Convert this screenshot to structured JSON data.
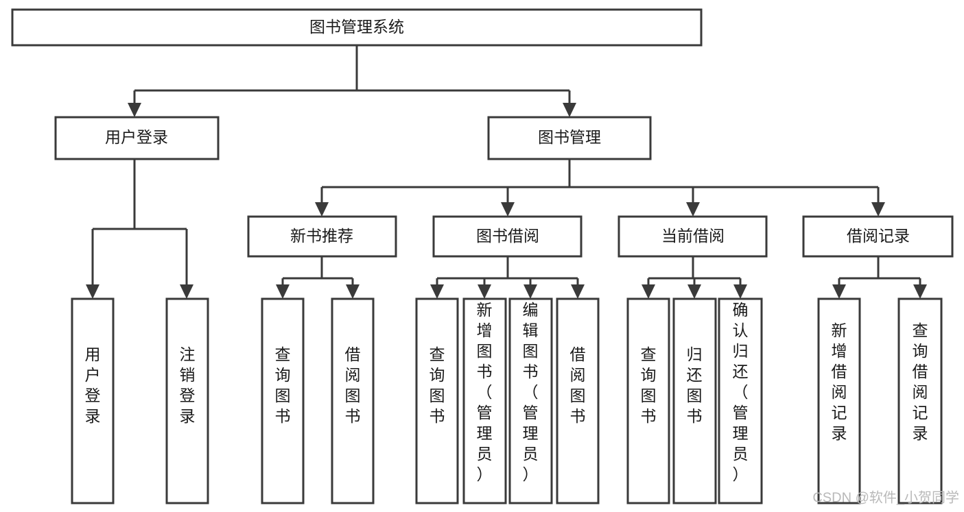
{
  "diagram": {
    "title": "图书管理系统",
    "type": "tree",
    "orientation": "top-down",
    "colors": {
      "background": "#ffffff",
      "box_fill": "#ffffff",
      "box_stroke": "#3a3a3a",
      "connector": "#3a3a3a",
      "text": "#1a1a1a",
      "watermark": "#b9b9b9"
    },
    "root": {
      "id": "root",
      "label": "图书管理系统",
      "orientation": "horizontal"
    },
    "level2": [
      {
        "id": "user-login",
        "label": "用户登录",
        "orientation": "horizontal"
      },
      {
        "id": "book-manage",
        "label": "图书管理",
        "orientation": "horizontal"
      }
    ],
    "level3": [
      {
        "id": "new-book-recommend",
        "label": "新书推荐",
        "orientation": "horizontal",
        "parent": "book-manage"
      },
      {
        "id": "book-borrow",
        "label": "图书借阅",
        "orientation": "horizontal",
        "parent": "book-manage"
      },
      {
        "id": "current-borrow",
        "label": "当前借阅",
        "orientation": "horizontal",
        "parent": "book-manage"
      },
      {
        "id": "borrow-record",
        "label": "借阅记录",
        "orientation": "horizontal",
        "parent": "book-manage"
      }
    ],
    "leaves": [
      {
        "id": "leaf-user-login",
        "label": "用户登录",
        "orientation": "vertical",
        "parent": "user-login"
      },
      {
        "id": "leaf-user-logout",
        "label": "注销登录",
        "orientation": "vertical",
        "parent": "user-login"
      },
      {
        "id": "leaf-query-book-1",
        "label": "查询图书",
        "orientation": "vertical",
        "parent": "new-book-recommend"
      },
      {
        "id": "leaf-borrow-book-1",
        "label": "借阅图书",
        "orientation": "vertical",
        "parent": "new-book-recommend"
      },
      {
        "id": "leaf-query-book-2",
        "label": "查询图书",
        "orientation": "vertical",
        "parent": "book-borrow"
      },
      {
        "id": "leaf-add-book",
        "label": "新增图书（管理员）",
        "orientation": "vertical",
        "parent": "book-borrow"
      },
      {
        "id": "leaf-edit-book",
        "label": "编辑图书（管理员）",
        "orientation": "vertical",
        "parent": "book-borrow"
      },
      {
        "id": "leaf-borrow-book-2",
        "label": "借阅图书",
        "orientation": "vertical",
        "parent": "book-borrow"
      },
      {
        "id": "leaf-query-book-3",
        "label": "查询图书",
        "orientation": "vertical",
        "parent": "current-borrow"
      },
      {
        "id": "leaf-return-book",
        "label": "归还图书",
        "orientation": "vertical",
        "parent": "current-borrow"
      },
      {
        "id": "leaf-confirm-return",
        "label": "确认归还（管理员）",
        "orientation": "vertical",
        "parent": "current-borrow"
      },
      {
        "id": "leaf-add-record",
        "label": "新增借阅记录",
        "orientation": "vertical",
        "parent": "borrow-record"
      },
      {
        "id": "leaf-query-record",
        "label": "查询借阅记录",
        "orientation": "vertical",
        "parent": "borrow-record"
      }
    ]
  },
  "watermark": {
    "text": "CSDN @软件_小贺同学"
  }
}
